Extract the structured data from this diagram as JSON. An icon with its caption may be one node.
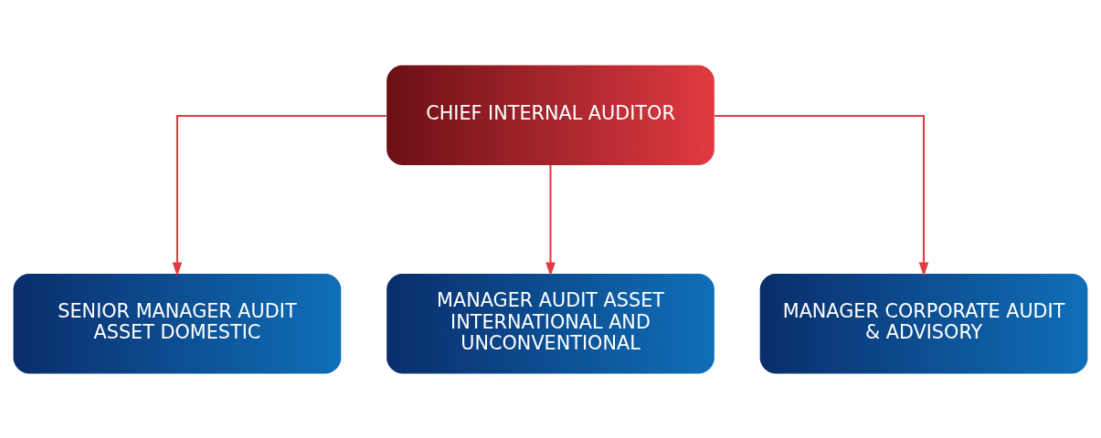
{
  "diagram": {
    "nodes": [
      {
        "text": [
          "CHIEF INTERNAL AUDITOR"
        ]
      },
      {
        "text": [
          "SENIOR MANAGER AUDIT ASSET DOMESTIC"
        ]
      },
      {
        "text": [
          "MANAGER AUDIT ASSET INTERNATIONAL AND UNCONVENTIONAL"
        ]
      },
      {
        "text": [
          "MANAGER CORPORATE AUDIT & ADVISORY"
        ]
      }
    ],
    "edges": [
      {
        "from": 0,
        "to": 1,
        "arrow": "to"
      },
      {
        "from": 0,
        "to": 2,
        "arrow": "to"
      },
      {
        "from": 0,
        "to": 3,
        "arrow": "to"
      }
    ]
  }
}
